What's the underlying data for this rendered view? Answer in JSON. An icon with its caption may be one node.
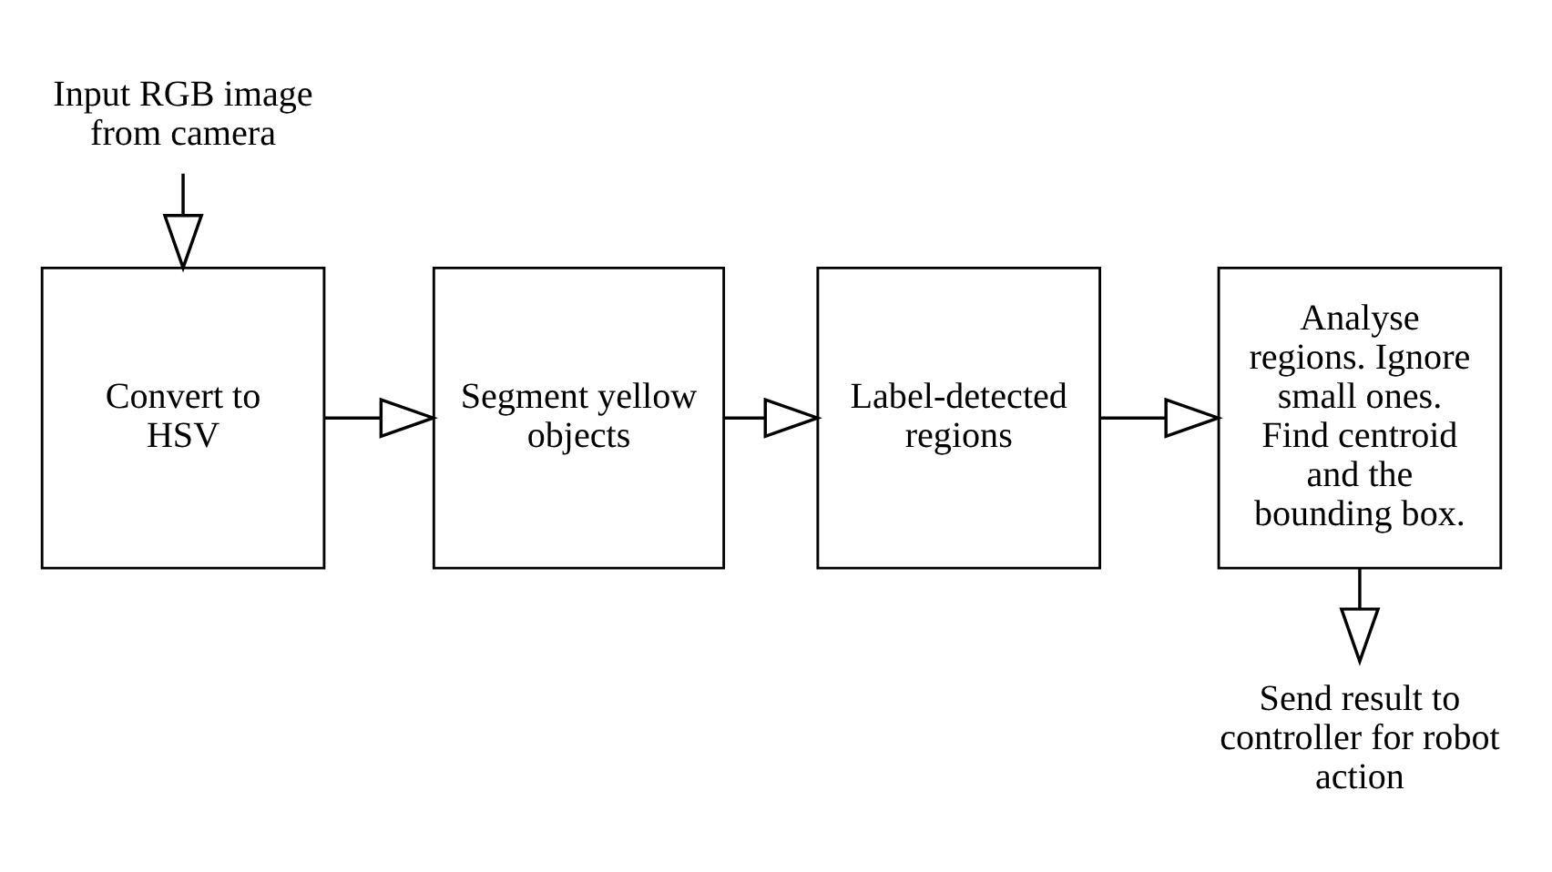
{
  "diagram": {
    "nodes": [
      {
        "text": [
          "Input RGB image from camera"
        ]
      },
      {
        "text": [
          "Convert to HSV"
        ]
      },
      {
        "text": [
          "Segment yellow objects"
        ]
      },
      {
        "text": [
          "Label-detected regions"
        ]
      },
      {
        "text": [
          "Analyse regions. Ignore small ones. Find centroid and the bounding box."
        ]
      },
      {
        "text": [
          "Send result to controller for robot action"
        ]
      }
    ],
    "edges": [
      {
        "from": 0,
        "to": 1,
        "arrow": "to"
      },
      {
        "from": 1,
        "to": 2,
        "arrow": "to"
      },
      {
        "from": 2,
        "to": 3,
        "arrow": "to"
      },
      {
        "from": 3,
        "to": 4,
        "arrow": "to"
      },
      {
        "from": 4,
        "to": 5,
        "arrow": "to"
      }
    ]
  }
}
